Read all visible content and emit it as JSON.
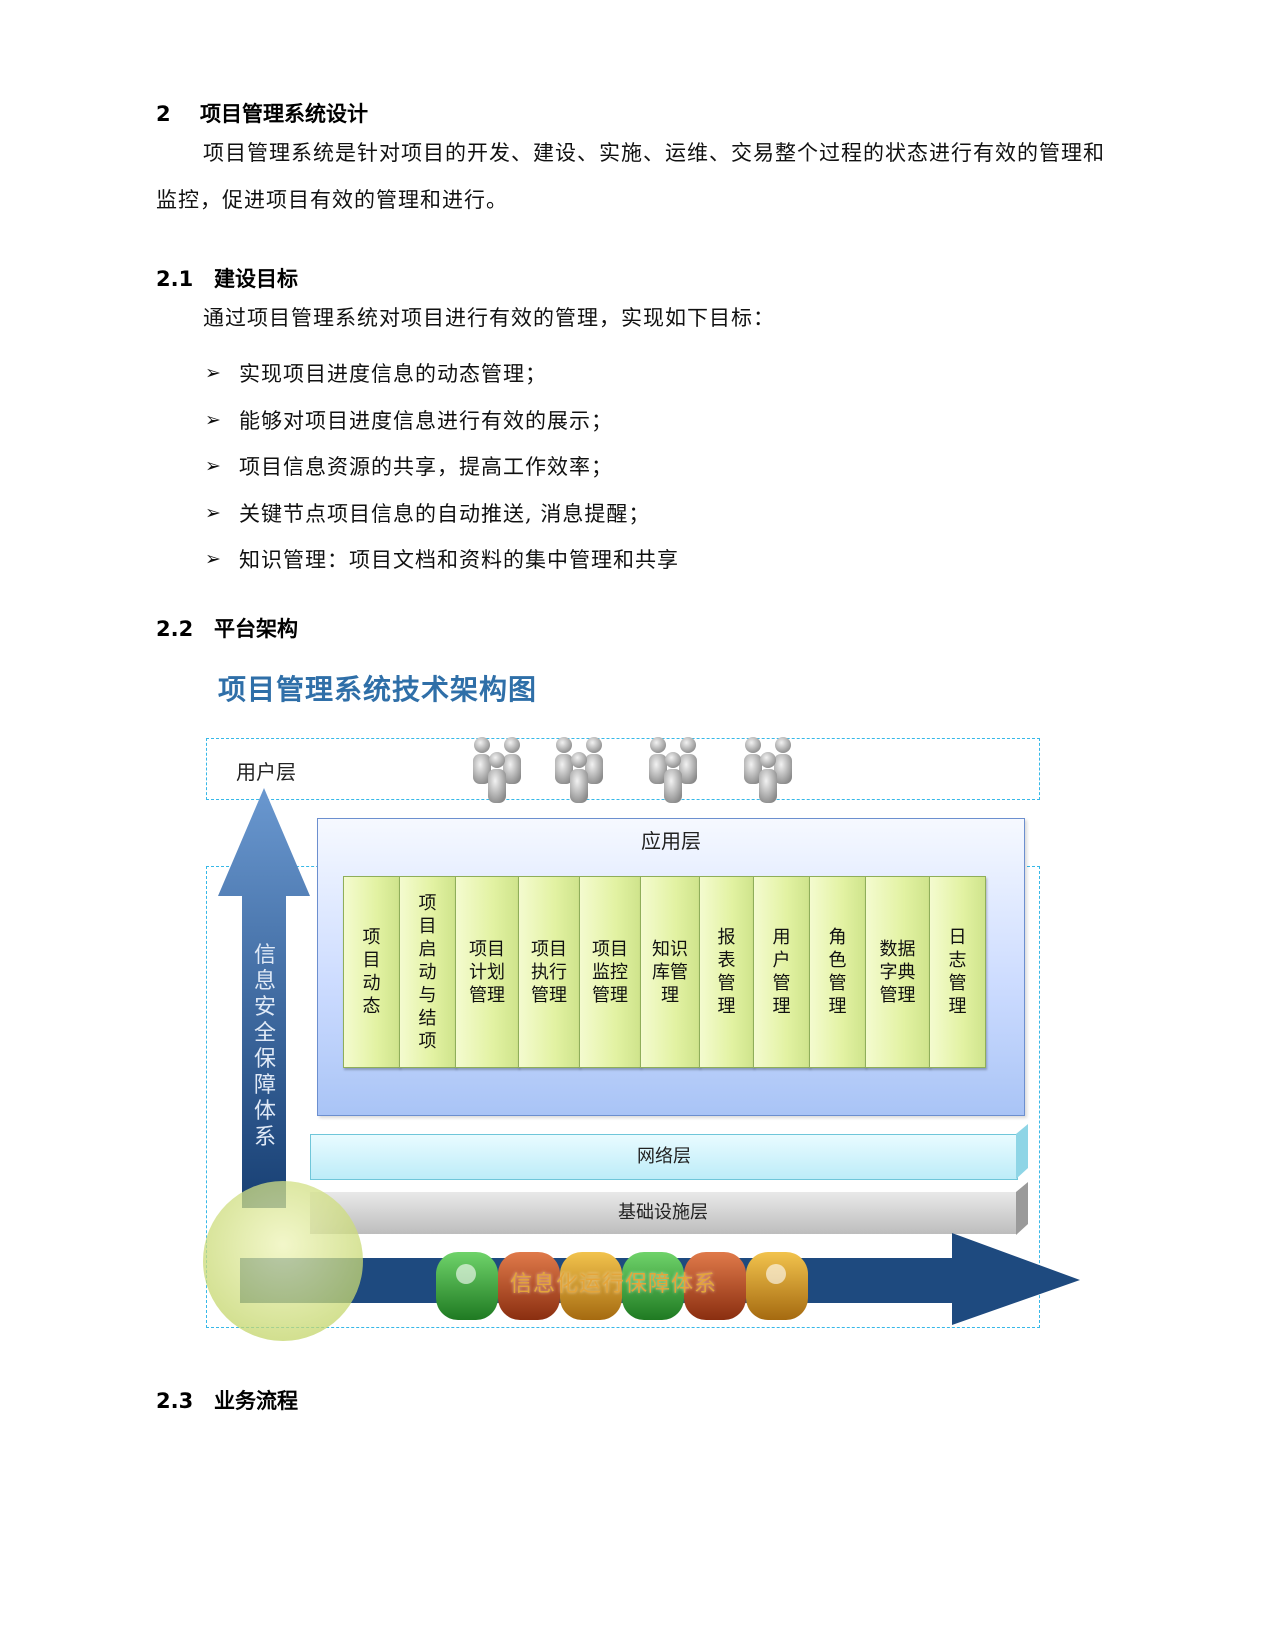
{
  "sections": {
    "s2": {
      "num": "2",
      "title": "项目管理系统设计"
    },
    "s2_para": "项目管理系统是针对项目的开发、建设、实施、运维、交易整个过程的状态进行有效的管理和监控，促进项目有效的管理和进行。",
    "s21": {
      "num": "2.1",
      "title": "建设目标"
    },
    "s21_para": "通过项目管理系统对项目进行有效的管理，实现如下目标：",
    "goals": [
      "实现项目进度信息的动态管理；",
      "能够对项目进度信息进行有效的展示；",
      "项目信息资源的共享，提高工作效率；",
      "关键节点项目信息的自动推送, 消息提醒；",
      "知识管理：项目文档和资料的集中管理和共享"
    ],
    "bullet_marker": "➢",
    "s22": {
      "num": "2.2",
      "title": "平台架构"
    },
    "s23": {
      "num": "2.3",
      "title": "业务流程"
    }
  },
  "diagram": {
    "title": "项目管理系统技术架构图",
    "user_layer": "用户层",
    "app_layer": "应用层",
    "modules": [
      "项目动态",
      "项目启动与结项",
      "项目计划管理",
      "项目执行管理",
      "项目监控管理",
      "知识库管理",
      "报表管理",
      "用户管理",
      "角色管理",
      "数据字典管理",
      "日志管理"
    ],
    "network_layer": "网络层",
    "infra_layer": "基础设施层",
    "security_system": "信息安全保障体系",
    "operation_system": "信息化运行保障体系",
    "colors": {
      "title": "#2f6fa8",
      "arrow": "#1e4a7f",
      "module": "#e2f2a2",
      "app_layer": "#cddcff"
    }
  }
}
